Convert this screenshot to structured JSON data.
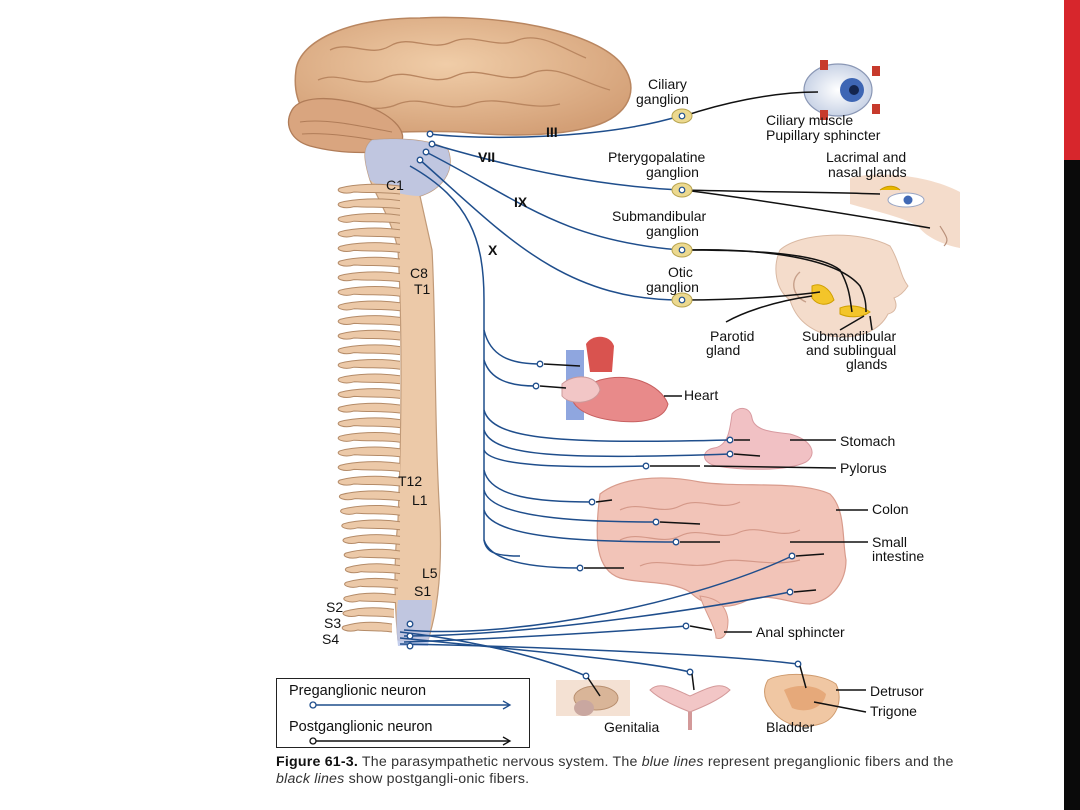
{
  "colors": {
    "pre": "#1f4e8c",
    "post": "#111111",
    "spine": "#e9c7a8",
    "brain": "#e2b892",
    "accent": "#d7262c",
    "dark": "#0a0a0a"
  },
  "nerves": {
    "III": "III",
    "VII": "VII",
    "IX": "IX",
    "X": "X"
  },
  "levels": {
    "c1": "C1",
    "c8": "C8",
    "t1": "T1",
    "t12": "T12",
    "l1": "L1",
    "l5": "L5",
    "s1": "S1",
    "s2": "S2",
    "s3": "S3",
    "s4": "S4"
  },
  "ganglia": {
    "ciliary_1": "Ciliary",
    "ciliary_2": "ganglion",
    "ptery_1": "Pterygopalatine",
    "ptery_2": "ganglion",
    "submand_1": "Submandibular",
    "submand_2": "ganglion",
    "otic_1": "Otic",
    "otic_2": "ganglion"
  },
  "targets": {
    "ciliary_muscle": "Ciliary muscle",
    "pupillary": "Pupillary sphincter",
    "lacrimal_1": "Lacrimal and",
    "lacrimal_2": "nasal glands",
    "parotid_1": "Parotid",
    "parotid_2": "gland",
    "sublingual_1": "Submandibular",
    "sublingual_2": "and sublingual",
    "sublingual_3": "glands",
    "heart": "Heart",
    "stomach": "Stomach",
    "pylorus": "Pylorus",
    "colon": "Colon",
    "small_1": "Small",
    "small_2": "intestine",
    "anal": "Anal sphincter",
    "detrusor": "Detrusor",
    "trigone": "Trigone",
    "genitalia": "Genitalia",
    "bladder": "Bladder"
  },
  "legend": {
    "pre": "Preganglionic neuron",
    "post": "Postganglionic neuron"
  },
  "caption": {
    "fig": "Figure 61-3.",
    "t1": " The parasympathetic nervous system. The ",
    "blue": "blue lines",
    "t2": " represent preganglionic fibers and the ",
    "black": "black lines",
    "t3": " show postgangli-onic fibers."
  }
}
